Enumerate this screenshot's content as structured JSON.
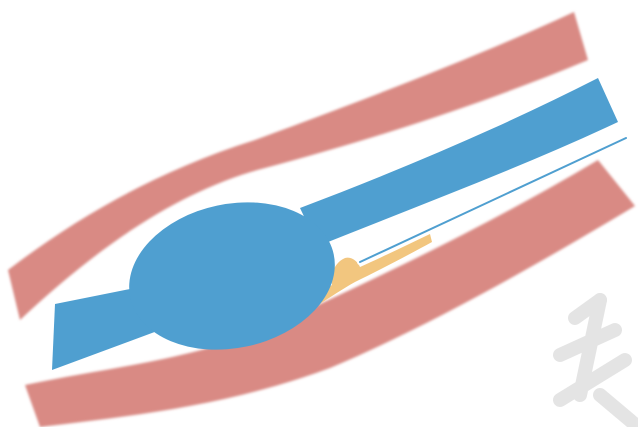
{
  "diagram": {
    "labels": [],
    "colors": {
      "background": "#ffffff",
      "vessel_wall": "#d98a84",
      "balloon_catheter": "#4f9fd0",
      "plaque": "#f2c67f",
      "guidewire": "#ffffff",
      "watermark": "#e0e0e0"
    },
    "elements": [
      "vessel-wall-upper",
      "vessel-wall-lower",
      "catheter-shaft",
      "inflated-balloon",
      "plaque-deposit",
      "guidewire",
      "watermark"
    ]
  }
}
